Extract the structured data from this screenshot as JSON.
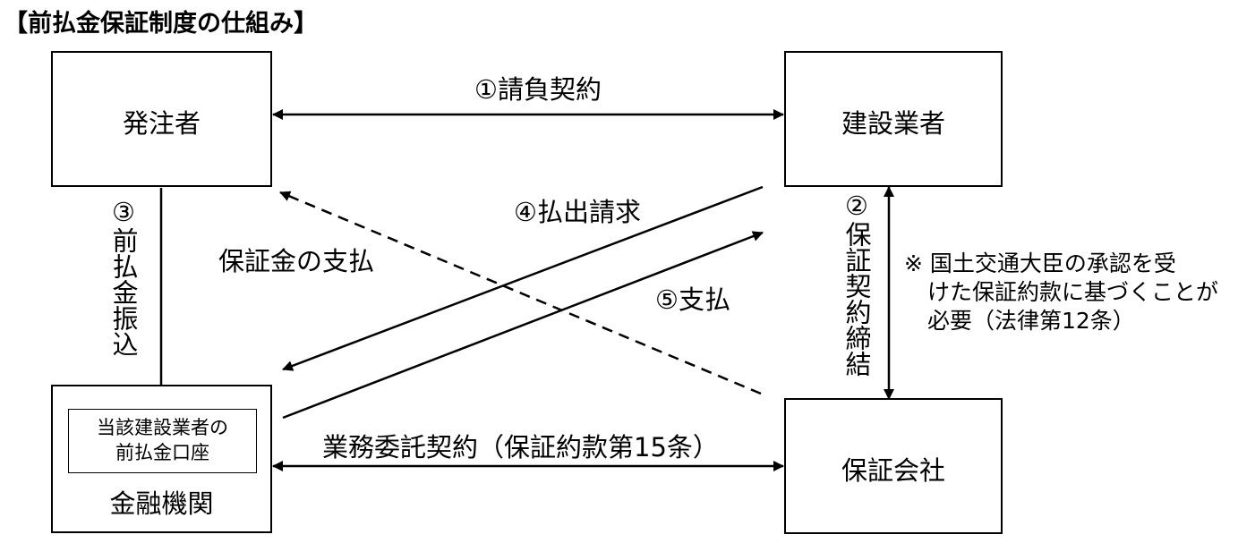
{
  "title": "【前払金保証制度の仕組み】",
  "nodes": {
    "client": "発注者",
    "contractor": "建設業者",
    "bank": "金融機関",
    "bank_account": [
      "当該建設業者の",
      "前払金口座"
    ],
    "guarantor": "保証会社"
  },
  "flows": {
    "contract": "①請負契約",
    "guarantee_contract": "②保証契約締結",
    "advance_transfer": "③前払金振込",
    "withdrawal_request": "④払出請求",
    "payment": "⑤支払",
    "guarantee_payment": "保証金の支払",
    "service_contract": "業務委託契約（保証約款第15条）"
  },
  "note": [
    "※  国土交通大臣の承認を受",
    "けた保証約款に基づくことが",
    "必要（法律第12条）"
  ]
}
